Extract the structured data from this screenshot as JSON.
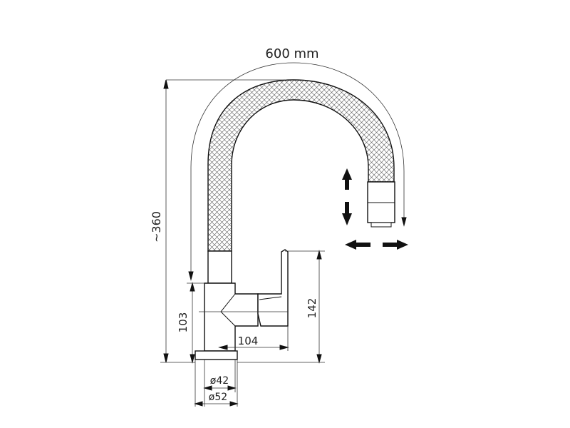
{
  "dimensions": {
    "reach": "600  mm",
    "height": "~360",
    "lever_height": "142",
    "body_height": "103",
    "lever_length": "104",
    "diameter_inner": "ø42",
    "diameter_base": "ø52"
  },
  "colors": {
    "line": "#111111",
    "hatch": "#555555",
    "background": "#ffffff"
  },
  "icons": [
    "arrow-up-icon",
    "arrow-down-icon",
    "arrow-left-icon",
    "arrow-right-icon"
  ]
}
